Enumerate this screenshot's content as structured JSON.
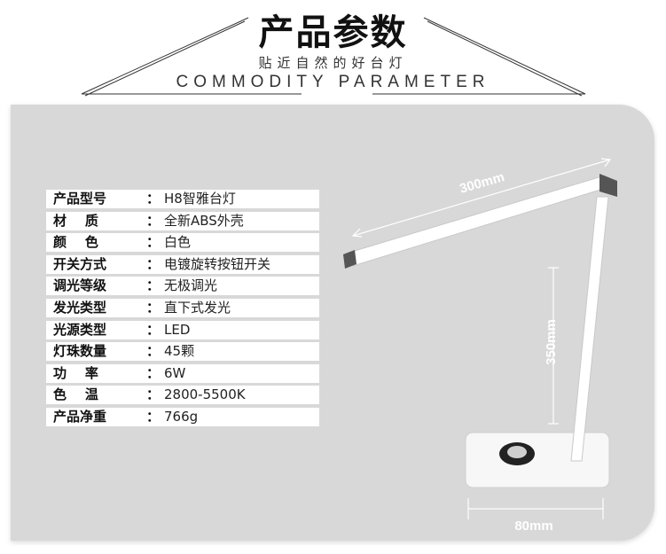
{
  "header": {
    "title": "产品参数",
    "subtitle": "贴近自然的好台灯",
    "english": "COMMODITY PARAMETER"
  },
  "specs": [
    {
      "label": "产品型号",
      "sep": "：",
      "value": "H8智雅台灯"
    },
    {
      "label": "材    质",
      "sep": "：",
      "value": "全新ABS外壳"
    },
    {
      "label": "颜    色",
      "sep": "：",
      "value": "白色"
    },
    {
      "label": "开关方式",
      "sep": "：",
      "value": "电镀旋转按钮开关"
    },
    {
      "label": "调光等级",
      "sep": "：",
      "value": "无极调光"
    },
    {
      "label": "发光类型",
      "sep": "：",
      "value": "直下式发光"
    },
    {
      "label": "光源类型",
      "sep": "：",
      "value": "LED"
    },
    {
      "label": "灯珠数量",
      "sep": "：",
      "value": "45颗"
    },
    {
      "label": "功    率",
      "sep": "：",
      "value": "6W"
    },
    {
      "label": "色    温",
      "sep": "：",
      "value": "2800-5500K"
    },
    {
      "label": "产品净重",
      "sep": "：",
      "value": "766g"
    }
  ],
  "dimensions": {
    "arm_length": "300mm",
    "height": "350mm",
    "base_width": "80mm"
  }
}
